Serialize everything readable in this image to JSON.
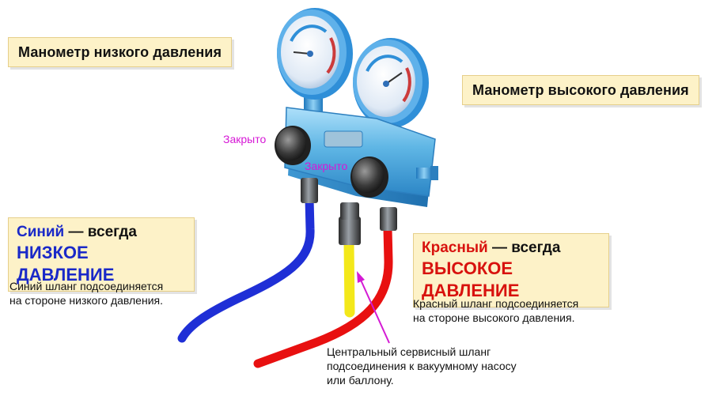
{
  "labels": {
    "low_gauge": "Манометр низкого давления",
    "high_gauge": "Манометр высокого давления",
    "closed_left": "Закрыто",
    "closed_right": "Закрыто"
  },
  "blue_hose": {
    "color_word": "Синий",
    "suffix": " — всегда",
    "pressure": "НИЗКОЕ ДАВЛЕНИЕ",
    "note_line1": "Синий шланг подсоединяется",
    "note_line2": "на стороне низкого давления."
  },
  "red_hose": {
    "color_word": "Красный",
    "suffix": " — всегда",
    "pressure": "ВЫСОКОЕ ДАВЛЕНИЕ",
    "note_line1": "Красный шланг подсоединяется",
    "note_line2": "на стороне высокого давления."
  },
  "center_hose": {
    "note_line1": "Центральный сервисный шланг",
    "note_line2": "подсоединения к вакуумному насосу",
    "note_line3": "или баллону."
  },
  "colors": {
    "blue_hose": "#1f2fd6",
    "red_hose": "#e81010",
    "yellow_hose": "#f3e81a",
    "body": "#4aa7db",
    "gauge_rim": "#2f8fd8",
    "pointer_arrow": "#d41ad4",
    "label_bg": "#fdf2c8"
  }
}
